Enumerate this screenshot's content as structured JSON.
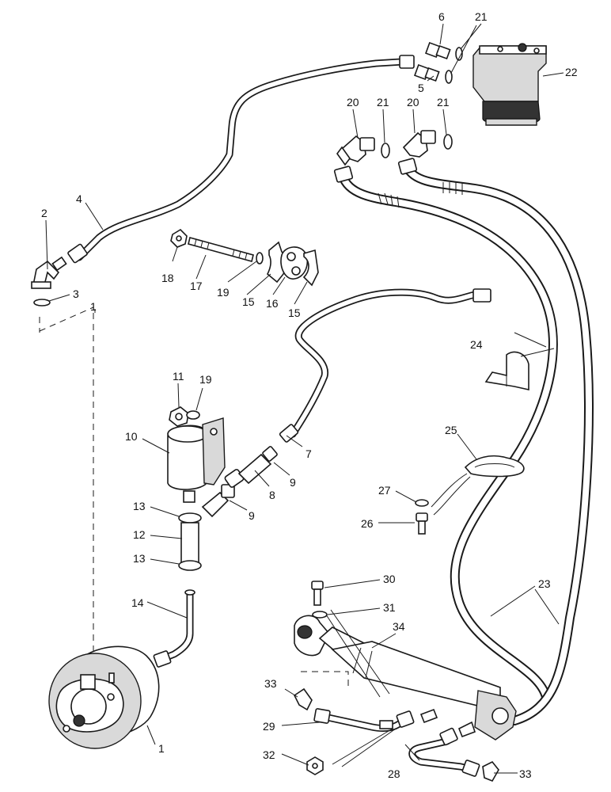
{
  "callouts": [
    {
      "id": "c1a",
      "text": "1"
    },
    {
      "id": "c1b",
      "text": "1"
    },
    {
      "id": "c2",
      "text": "2"
    },
    {
      "id": "c3",
      "text": "3"
    },
    {
      "id": "c4",
      "text": "4"
    },
    {
      "id": "c5",
      "text": "5"
    },
    {
      "id": "c6",
      "text": "6"
    },
    {
      "id": "c7",
      "text": "7"
    },
    {
      "id": "c8",
      "text": "8"
    },
    {
      "id": "c9a",
      "text": "9"
    },
    {
      "id": "c9b",
      "text": "9"
    },
    {
      "id": "c10",
      "text": "10"
    },
    {
      "id": "c11",
      "text": "11"
    },
    {
      "id": "c12",
      "text": "12"
    },
    {
      "id": "c13a",
      "text": "13"
    },
    {
      "id": "c13b",
      "text": "13"
    },
    {
      "id": "c14",
      "text": "14"
    },
    {
      "id": "c15a",
      "text": "15"
    },
    {
      "id": "c15b",
      "text": "15"
    },
    {
      "id": "c16",
      "text": "16"
    },
    {
      "id": "c17",
      "text": "17"
    },
    {
      "id": "c18",
      "text": "18"
    },
    {
      "id": "c19a",
      "text": "19"
    },
    {
      "id": "c19b",
      "text": "19"
    },
    {
      "id": "c20a",
      "text": "20"
    },
    {
      "id": "c20b",
      "text": "20"
    },
    {
      "id": "c21a",
      "text": "21"
    },
    {
      "id": "c21b",
      "text": "21"
    },
    {
      "id": "c21c",
      "text": "21"
    },
    {
      "id": "c22",
      "text": "22"
    },
    {
      "id": "c23",
      "text": "23"
    },
    {
      "id": "c24",
      "text": "24"
    },
    {
      "id": "c25",
      "text": "25"
    },
    {
      "id": "c26",
      "text": "26"
    },
    {
      "id": "c27",
      "text": "27"
    },
    {
      "id": "c28",
      "text": "28"
    },
    {
      "id": "c29",
      "text": "29"
    },
    {
      "id": "c30",
      "text": "30"
    },
    {
      "id": "c31",
      "text": "31"
    },
    {
      "id": "c32",
      "text": "32"
    },
    {
      "id": "c33a",
      "text": "33"
    },
    {
      "id": "c33b",
      "text": "33"
    },
    {
      "id": "c34",
      "text": "34"
    }
  ]
}
